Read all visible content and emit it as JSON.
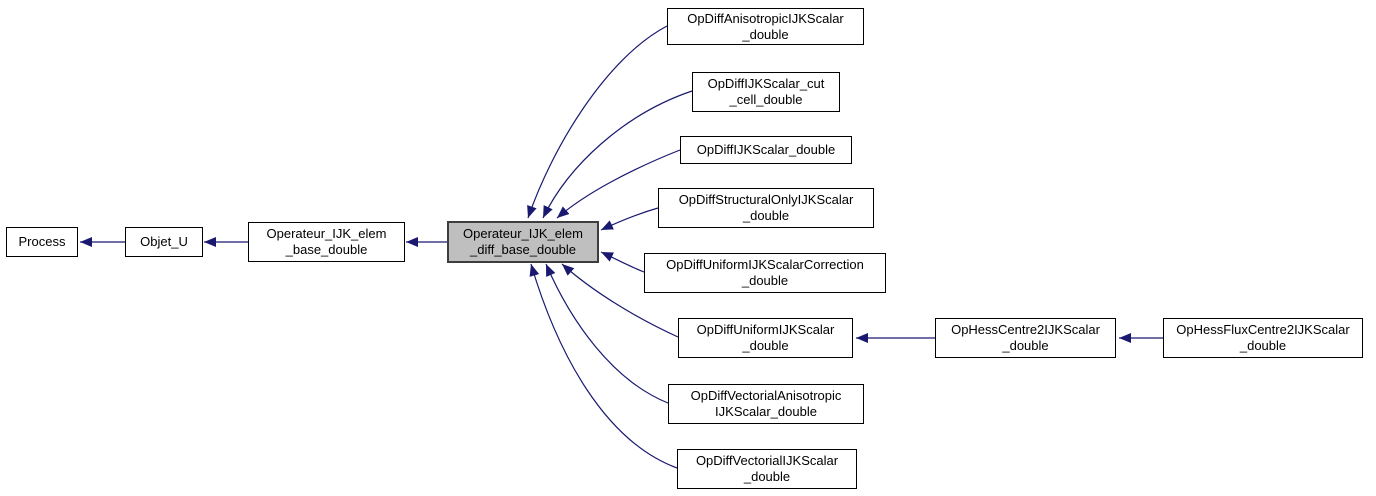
{
  "diagram_type": "class-inheritance-graph",
  "colors": {
    "edge": "#191970",
    "node_border": "#000000",
    "node_fill": "#ffffff",
    "highlight_fill": "#bfbfbf",
    "background": "#ffffff"
  },
  "nodes": {
    "process": {
      "label": "Process",
      "line1": "Process",
      "line2": "",
      "highlighted": false
    },
    "objet_u": {
      "label": "Objet_U",
      "line1": "Objet_U",
      "line2": "",
      "highlighted": false
    },
    "op_ijk_elem_base": {
      "label": "Operateur_IJK_elem_base_double",
      "line1": "Operateur_IJK_elem",
      "line2": "_base_double",
      "highlighted": false
    },
    "op_ijk_elem_diff_base": {
      "label": "Operateur_IJK_elem_diff_base_double",
      "line1": "Operateur_IJK_elem",
      "line2": "_diff_base_double",
      "highlighted": true
    },
    "op_diff_anisotropic": {
      "label": "OpDiffAnisotropicIJKScalar_double",
      "line1": "OpDiffAnisotropicIJKScalar",
      "line2": "_double",
      "highlighted": false
    },
    "op_diff_cut_cell": {
      "label": "OpDiffIJKScalar_cut_cell_double",
      "line1": "OpDiffIJKScalar_cut",
      "line2": "_cell_double",
      "highlighted": false
    },
    "op_diff": {
      "label": "OpDiffIJKScalar_double",
      "line1": "OpDiffIJKScalar_double",
      "line2": "",
      "highlighted": false
    },
    "op_diff_structural_only": {
      "label": "OpDiffStructuralOnlyIJKScalar_double",
      "line1": "OpDiffStructuralOnlyIJKScalar",
      "line2": "_double",
      "highlighted": false
    },
    "op_diff_uniform_correction": {
      "label": "OpDiffUniformIJKScalarCorrection_double",
      "line1": "OpDiffUniformIJKScalarCorrection",
      "line2": "_double",
      "highlighted": false
    },
    "op_diff_uniform": {
      "label": "OpDiffUniformIJKScalar_double",
      "line1": "OpDiffUniformIJKScalar",
      "line2": "_double",
      "highlighted": false
    },
    "op_diff_vectorial_anisotropic": {
      "label": "OpDiffVectorialAnisotropicIJKScalar_double",
      "line1": "OpDiffVectorialAnisotropic",
      "line2": "IJKScalar_double",
      "highlighted": false
    },
    "op_diff_vectorial": {
      "label": "OpDiffVectorialIJKScalar_double",
      "line1": "OpDiffVectorialIJKScalar",
      "line2": "_double",
      "highlighted": false
    },
    "op_hess_centre2": {
      "label": "OpHessCentre2IJKScalar_double",
      "line1": "OpHessCentre2IJKScalar",
      "line2": "_double",
      "highlighted": false
    },
    "op_hess_flux_centre2": {
      "label": "OpHessFluxCentre2IJKScalar_double",
      "line1": "OpHessFluxCentre2IJKScalar",
      "line2": "_double",
      "highlighted": false
    }
  },
  "edges": [
    {
      "from": "Objet_U",
      "to": "Process",
      "type": "inheritance"
    },
    {
      "from": "Operateur_IJK_elem_base_double",
      "to": "Objet_U",
      "type": "inheritance"
    },
    {
      "from": "Operateur_IJK_elem_diff_base_double",
      "to": "Operateur_IJK_elem_base_double",
      "type": "inheritance"
    },
    {
      "from": "OpDiffAnisotropicIJKScalar_double",
      "to": "Operateur_IJK_elem_diff_base_double",
      "type": "inheritance"
    },
    {
      "from": "OpDiffIJKScalar_cut_cell_double",
      "to": "Operateur_IJK_elem_diff_base_double",
      "type": "inheritance"
    },
    {
      "from": "OpDiffIJKScalar_double",
      "to": "Operateur_IJK_elem_diff_base_double",
      "type": "inheritance"
    },
    {
      "from": "OpDiffStructuralOnlyIJKScalar_double",
      "to": "Operateur_IJK_elem_diff_base_double",
      "type": "inheritance"
    },
    {
      "from": "OpDiffUniformIJKScalarCorrection_double",
      "to": "Operateur_IJK_elem_diff_base_double",
      "type": "inheritance"
    },
    {
      "from": "OpDiffUniformIJKScalar_double",
      "to": "Operateur_IJK_elem_diff_base_double",
      "type": "inheritance"
    },
    {
      "from": "OpDiffVectorialAnisotropicIJKScalar_double",
      "to": "Operateur_IJK_elem_diff_base_double",
      "type": "inheritance"
    },
    {
      "from": "OpDiffVectorialIJKScalar_double",
      "to": "Operateur_IJK_elem_diff_base_double",
      "type": "inheritance"
    },
    {
      "from": "OpHessCentre2IJKScalar_double",
      "to": "OpDiffUniformIJKScalar_double",
      "type": "inheritance"
    },
    {
      "from": "OpHessFluxCentre2IJKScalar_double",
      "to": "OpHessCentre2IJKScalar_double",
      "type": "inheritance"
    }
  ]
}
